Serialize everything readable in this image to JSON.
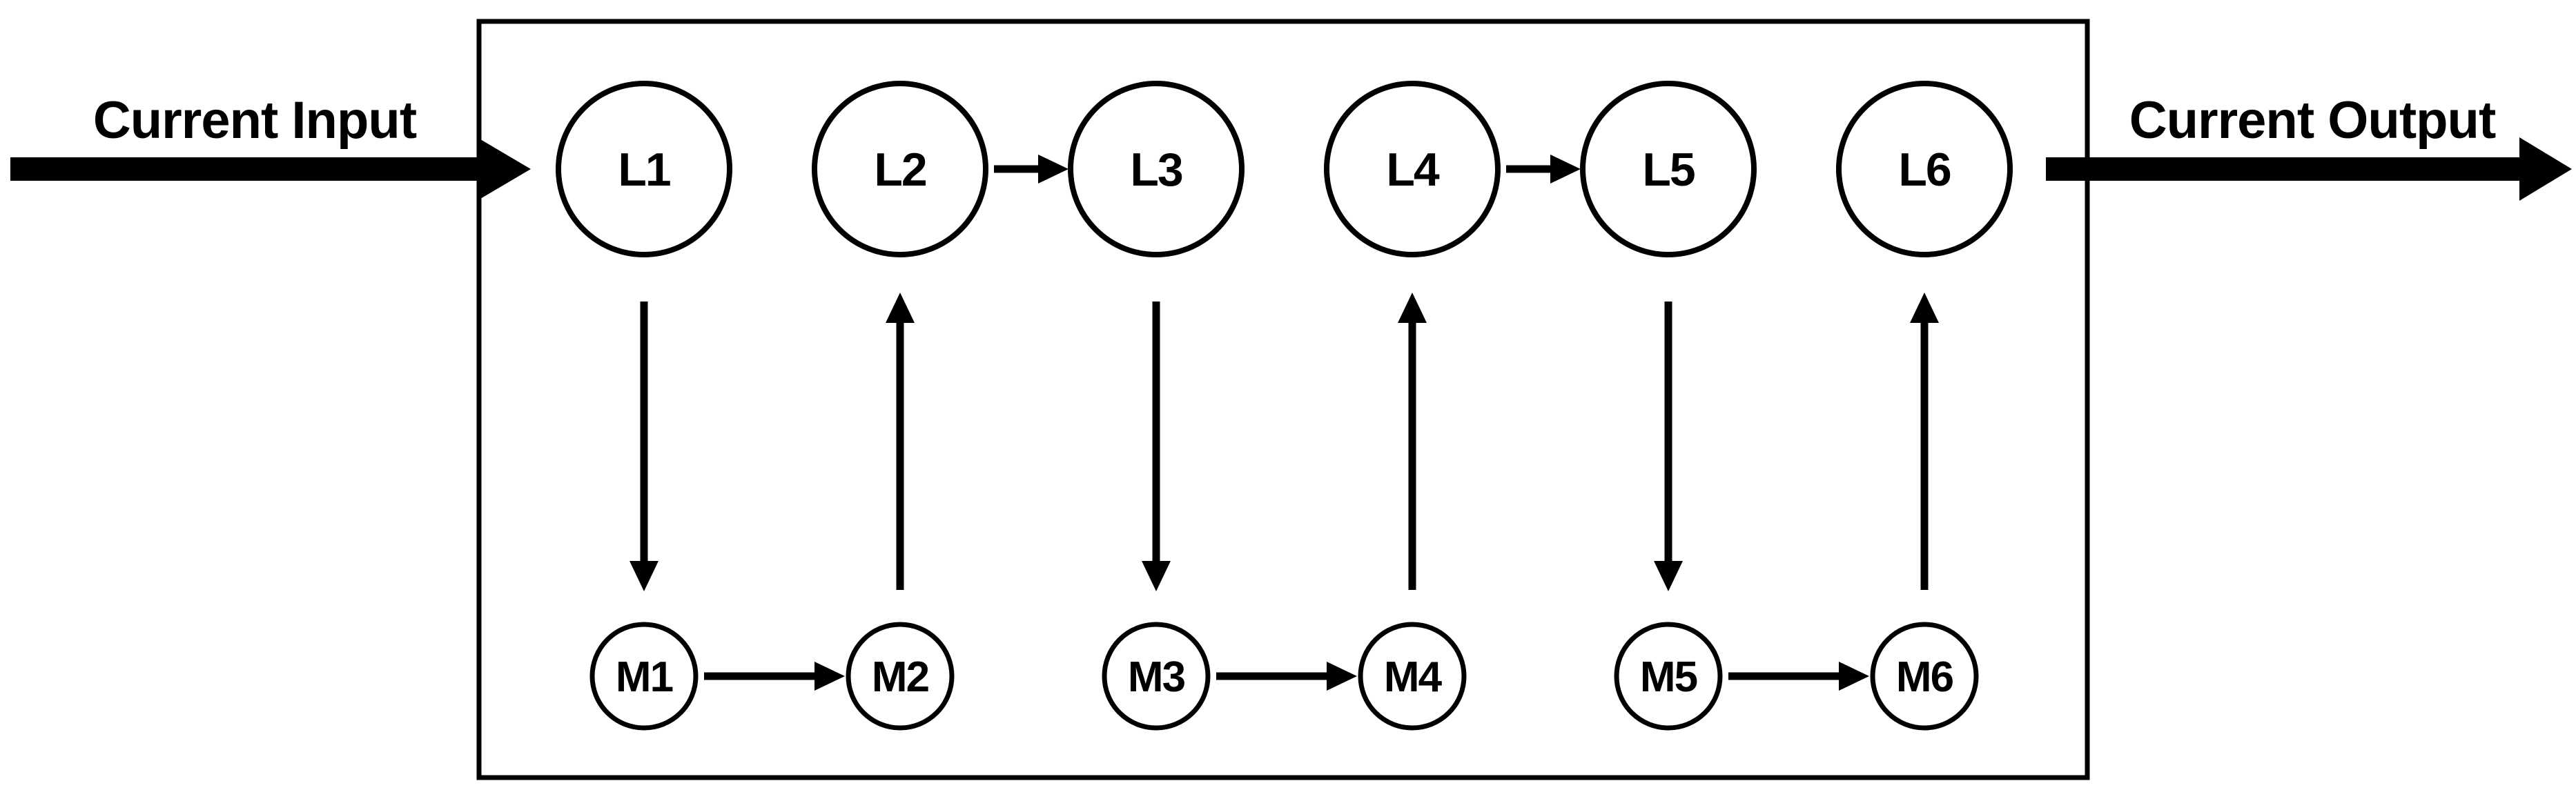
{
  "diagram": {
    "labels": {
      "input": "Current Input",
      "output": "Current Output"
    },
    "nodes": {
      "top": [
        {
          "label": "L1"
        },
        {
          "label": "L2"
        },
        {
          "label": "L3"
        },
        {
          "label": "L4"
        },
        {
          "label": "L5"
        },
        {
          "label": "L6"
        }
      ],
      "bottom": [
        {
          "label": "M1"
        },
        {
          "label": "M2"
        },
        {
          "label": "M3"
        },
        {
          "label": "M4"
        },
        {
          "label": "M5"
        },
        {
          "label": "M6"
        }
      ]
    },
    "flow": {
      "into_box": {
        "from": "Current Input",
        "to": "L1"
      },
      "out_of_box": {
        "from": "L6",
        "to": "Current Output"
      },
      "top_row_arrows": [
        {
          "from": "L2",
          "to": "L3"
        },
        {
          "from": "L4",
          "to": "L5"
        }
      ],
      "bottom_row_arrows": [
        {
          "from": "M1",
          "to": "M2"
        },
        {
          "from": "M3",
          "to": "M4"
        },
        {
          "from": "M5",
          "to": "M6"
        }
      ],
      "vertical_arrows": [
        {
          "from": "L1",
          "to": "M1",
          "direction": "down"
        },
        {
          "from": "M2",
          "to": "L2",
          "direction": "up"
        },
        {
          "from": "L3",
          "to": "M3",
          "direction": "down"
        },
        {
          "from": "M4",
          "to": "L4",
          "direction": "up"
        },
        {
          "from": "L5",
          "to": "M5",
          "direction": "down"
        },
        {
          "from": "M6",
          "to": "L6",
          "direction": "up"
        }
      ]
    },
    "colors": {
      "ink": "#000000",
      "background": "#ffffff"
    }
  }
}
